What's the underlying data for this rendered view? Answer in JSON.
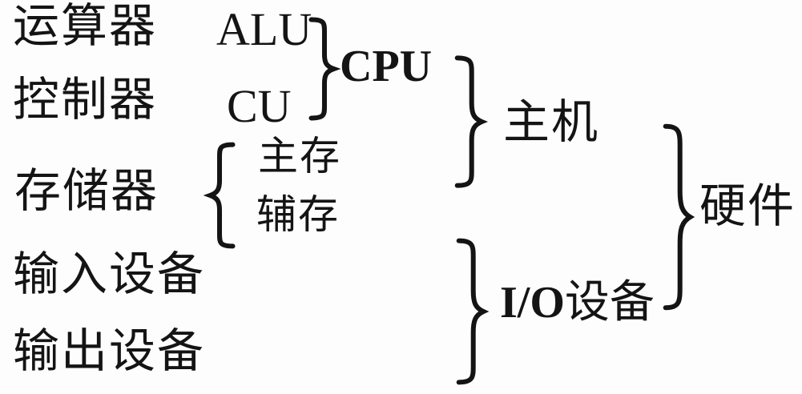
{
  "colors": {
    "background": "#fdfdfd",
    "ink": "#141414"
  },
  "diagram": {
    "type": "brace-hierarchy",
    "components": {
      "arithmetic_unit": {
        "label": "运算器",
        "abbr": "ALU"
      },
      "control_unit": {
        "label": "控制器",
        "abbr": "CU"
      },
      "memory": {
        "label": "存储器",
        "main_memory": "主存",
        "auxiliary_memory": "辅存"
      },
      "input_device": {
        "label": "输入设备"
      },
      "output_device": {
        "label": "输出设备"
      }
    },
    "groups": {
      "cpu": {
        "label": "CPU"
      },
      "host": {
        "label": "主机"
      },
      "io_device": {
        "prefix": "I/O",
        "suffix": "设备"
      },
      "hardware": {
        "label": "硬件"
      }
    }
  }
}
